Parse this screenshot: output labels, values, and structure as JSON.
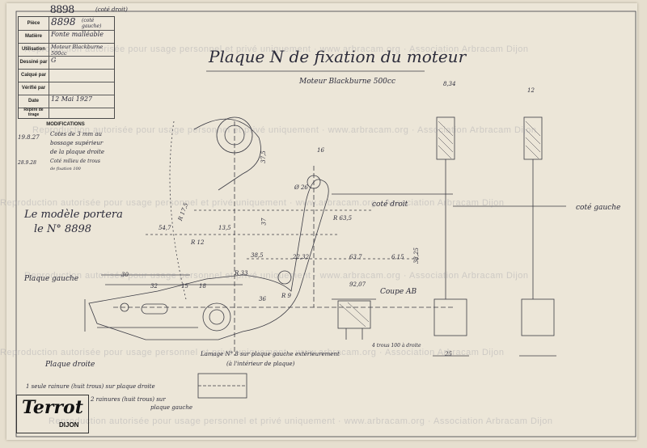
{
  "header": {
    "piece_number_top": "8898",
    "piece_number_top_note": "(coté droit)",
    "piece_number_bottom": "8898",
    "piece_number_bottom_note": "(coté gauche)"
  },
  "title_block": {
    "rows": [
      {
        "label": "Pièce",
        "value": ""
      },
      {
        "label": "Matière",
        "value": "Fonte malléable"
      },
      {
        "label": "Utilisation",
        "value": "Moteur Blackburne 500cc"
      },
      {
        "label": "Dessiné par",
        "value": "G"
      },
      {
        "label": "Calqué par",
        "value": ""
      },
      {
        "label": "Vérifié par",
        "value": ""
      },
      {
        "label": "Date",
        "value": "12 Mai 1927"
      },
      {
        "label": "Repère de tirage",
        "value": ""
      }
    ],
    "modifications_label": "MODIFICATIONS"
  },
  "modifications": {
    "date_1": "19.8.27",
    "note_1_line_1": "Cotes de 3 mm au",
    "note_1_line_2": "bossage supérieur",
    "note_1_line_3": "de la plaque droite",
    "date_2": "28.9.28",
    "note_2_line_1": "Coté milieu de trous",
    "note_2_line_2": "de fixation 100"
  },
  "title": {
    "main": "Plaque N de fixation du moteur",
    "subtitle": "Moteur Blackburne 500cc"
  },
  "notes": {
    "model_line_1": "Le modèle portera",
    "model_line_2": "le N° 8898",
    "plaque_gauche": "Plaque gauche",
    "plaque_droite": "Plaque droite",
    "cote_droit": "coté droit",
    "cote_gauche": "coté gauche",
    "coupe": "Coupe AB",
    "lamage_line_1": "Lamage N° 8 sur plaque gauche extérieurement",
    "lamage_line_2": "(à l'intérieur de plaque)",
    "note_bottom_1": "1 seule rainure (huit trous) sur plaque droite",
    "note_bottom_2": "2 rainures (huit trous) sur",
    "note_bottom_3": "plaque gauche",
    "trou_note": "4 trous 100 à droite"
  },
  "dimensions": {
    "d1": "54,7",
    "d2": "13,5",
    "d3": "37",
    "d4": "38,5",
    "d5": "22,32",
    "d6": "63,7",
    "d7": "6,15",
    "d8": "38,25",
    "d9": "92,07",
    "d10": "30",
    "d11": "32",
    "d12": "15",
    "d13": "18",
    "d14": "36",
    "d15": "25",
    "d16": "8,34",
    "d17": "12",
    "d18": "R 63,5",
    "d19": "R 17,5",
    "d20": "37,5",
    "d21": "R 33",
    "d22": "R 12",
    "d23": "Ø 26",
    "d24": "16",
    "d25": "R 9"
  },
  "logo": {
    "brand": "Terrot",
    "city": "DIJON"
  },
  "watermark": {
    "text": "Reproduction autorisée pour usage personnel et privé uniquement · www.arbracam.org · Association Arbracam Dijon"
  }
}
